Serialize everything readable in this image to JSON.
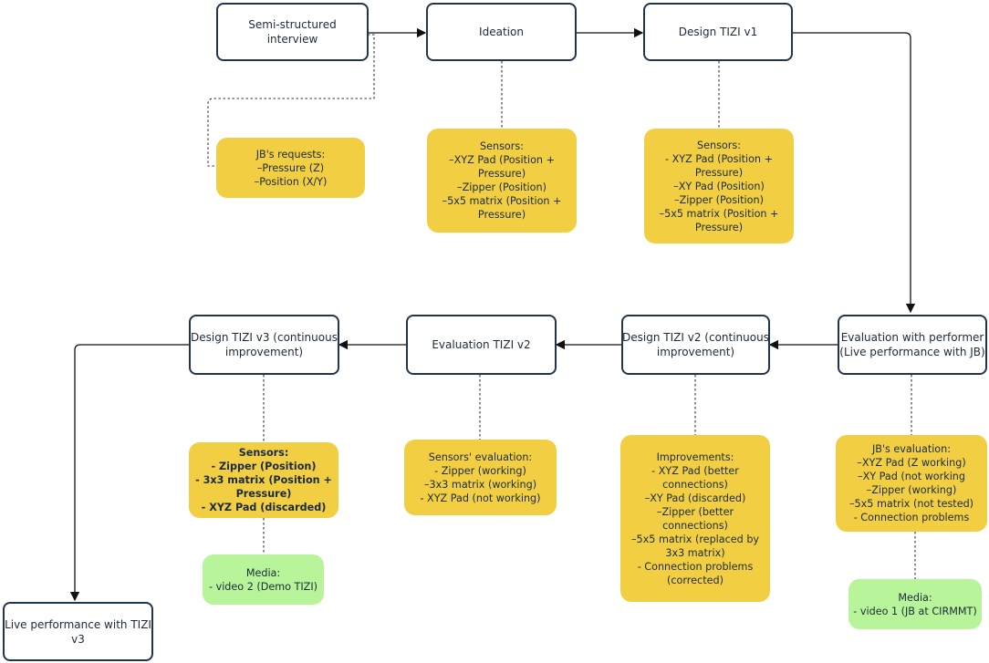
{
  "colors": {
    "box_border": "#1f3550",
    "note": "#f2cf42",
    "media": "#b8f59a",
    "arrow": "#111111"
  },
  "boxes": {
    "interview": "Semi-structured interview",
    "ideation": "Ideation",
    "tizi_v1": "Design TIZI v1",
    "eval_performer": [
      "Evaluation with performer",
      "(Live performance with JB)"
    ],
    "tizi_v2": [
      "Design TIZI v2 (continuous",
      "improvement)"
    ],
    "eval_v2": "Evaluation TIZI v2",
    "tizi_v3": [
      "Design TIZI v3 (continuous",
      "improvement)"
    ],
    "live_v3": [
      "Live performance with TIZI",
      "v3"
    ]
  },
  "notes": {
    "jb_requests": [
      "JB's requests:",
      "–Pressure (Z)",
      "–Position (X/Y)"
    ],
    "ideation_sensors": [
      "Sensors:",
      "–XYZ Pad (Position +",
      "Pressure)",
      "–Zipper (Position)",
      "–5x5 matrix (Position +",
      "Pressure)"
    ],
    "v1_sensors": [
      "Sensors:",
      "- XYZ Pad (Position +",
      "Pressure)",
      "–XY Pad (Position)",
      "–Zipper (Position)",
      "–5x5 matrix (Position +",
      "Pressure)"
    ],
    "jb_evaluation": [
      "JB's evaluation:",
      "–XYZ Pad (Z working)",
      "–XY Pad (not working",
      "–Zipper (working)",
      "–5x5 matrix (not tested)",
      "- Connection problems"
    ],
    "improvements": [
      "Improvements:",
      "- XYZ Pad (better",
      "connections)",
      "–XY Pad (discarded)",
      "–Zipper (better",
      "connections)",
      "–5x5 matrix (replaced by",
      "3x3 matrix)",
      "- Connection problems",
      "(corrected)"
    ],
    "sensors_eval": [
      "Sensors' evaluation:",
      "- Zipper (working)",
      "–3x3 matrix (working)",
      "- XYZ Pad (not working)"
    ],
    "v3_sensors": [
      "Sensors:",
      "- Zipper (Position)",
      "- 3x3 matrix (Position +",
      "Pressure)",
      "- XYZ Pad (discarded)"
    ]
  },
  "media": {
    "video2": [
      "Media:",
      "- video 2 (Demo TIZI)"
    ],
    "video1": [
      "Media:",
      "- video 1 (JB at CIRMMT)"
    ]
  }
}
